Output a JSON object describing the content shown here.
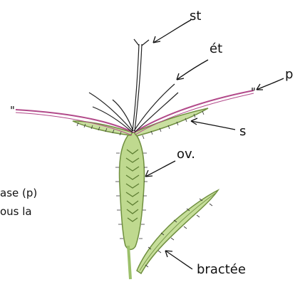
{
  "labels": {
    "stamen": "st",
    "style": "ét",
    "petal": "p",
    "sepal": "s",
    "ovary": "ov.",
    "bract": "bractée"
  },
  "side_text": {
    "line1": "ase (p)",
    "line2": "ous la"
  },
  "colors": {
    "sepal_fill": "#c9dfa0",
    "sepal_stroke": "#6f8f3f",
    "petal_pink": "#b24a8a",
    "ink": "#111111",
    "bract_fill": "#c6de9a"
  }
}
